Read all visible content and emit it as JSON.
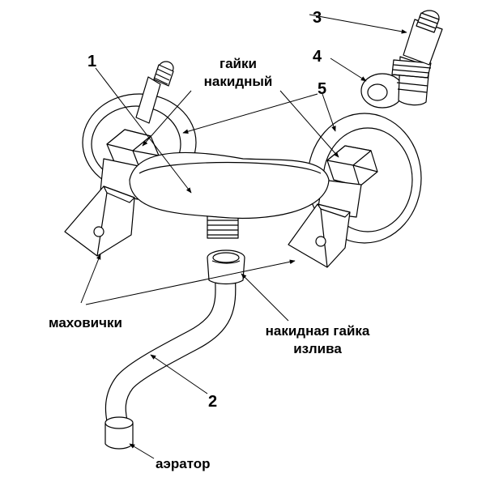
{
  "labels": {
    "n1": "1",
    "n2": "2",
    "n3": "3",
    "n4": "4",
    "n5": "5",
    "cap_nuts_line1": "гайки",
    "cap_nuts_line2": "накидный",
    "handwheels": "маховички",
    "spout_nut_line1": "накидная гайка",
    "spout_nut_line2": "излива",
    "aerator": "аэратор"
  },
  "colors": {
    "stroke": "#000000",
    "fill": "#ffffff",
    "text": "#000000"
  }
}
